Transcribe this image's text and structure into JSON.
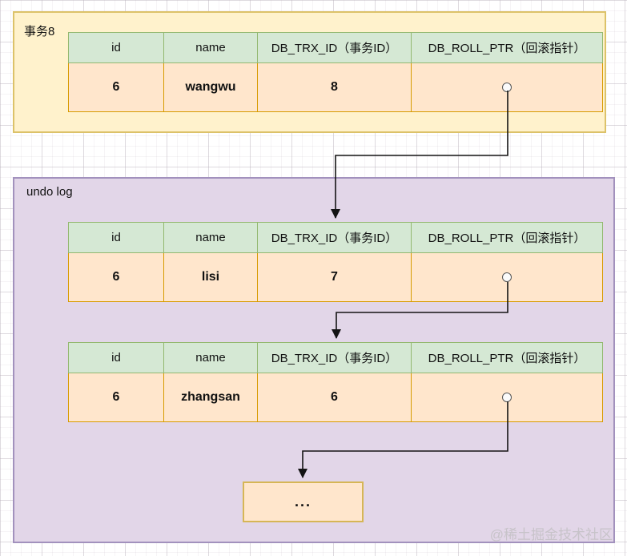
{
  "colors": {
    "transaction_box_fill": "#fff2cc",
    "transaction_box_border": "#dcc269",
    "undo_box_fill": "#e2d6e8",
    "undo_box_border": "#a291bd",
    "header_fill": "#d5e8d4",
    "header_border": "#93b86f",
    "row_fill": "#ffe6cc",
    "row_border": "#d79b00",
    "dots_box_border": "#d6b656",
    "arrow_color": "#141414",
    "watermark_color": "#c7c3c9"
  },
  "transaction_box": {
    "label": "事务8"
  },
  "undo_log_box": {
    "label": "undo log"
  },
  "table_headers": [
    "id",
    "name",
    "DB_TRX_ID（事务ID）",
    "DB_ROLL_PTR（回滚指针）"
  ],
  "tables": [
    {
      "name": "transaction-8-record",
      "cells": [
        "6",
        "wangwu",
        "8"
      ]
    },
    {
      "name": "undo-log-record-1",
      "cells": [
        "6",
        "lisi",
        "7"
      ]
    },
    {
      "name": "undo-log-record-2",
      "cells": [
        "6",
        "zhangsan",
        "6"
      ]
    }
  ],
  "ellipsis_box": {
    "label": "..."
  },
  "watermark": "@稀土掘金技术社区"
}
